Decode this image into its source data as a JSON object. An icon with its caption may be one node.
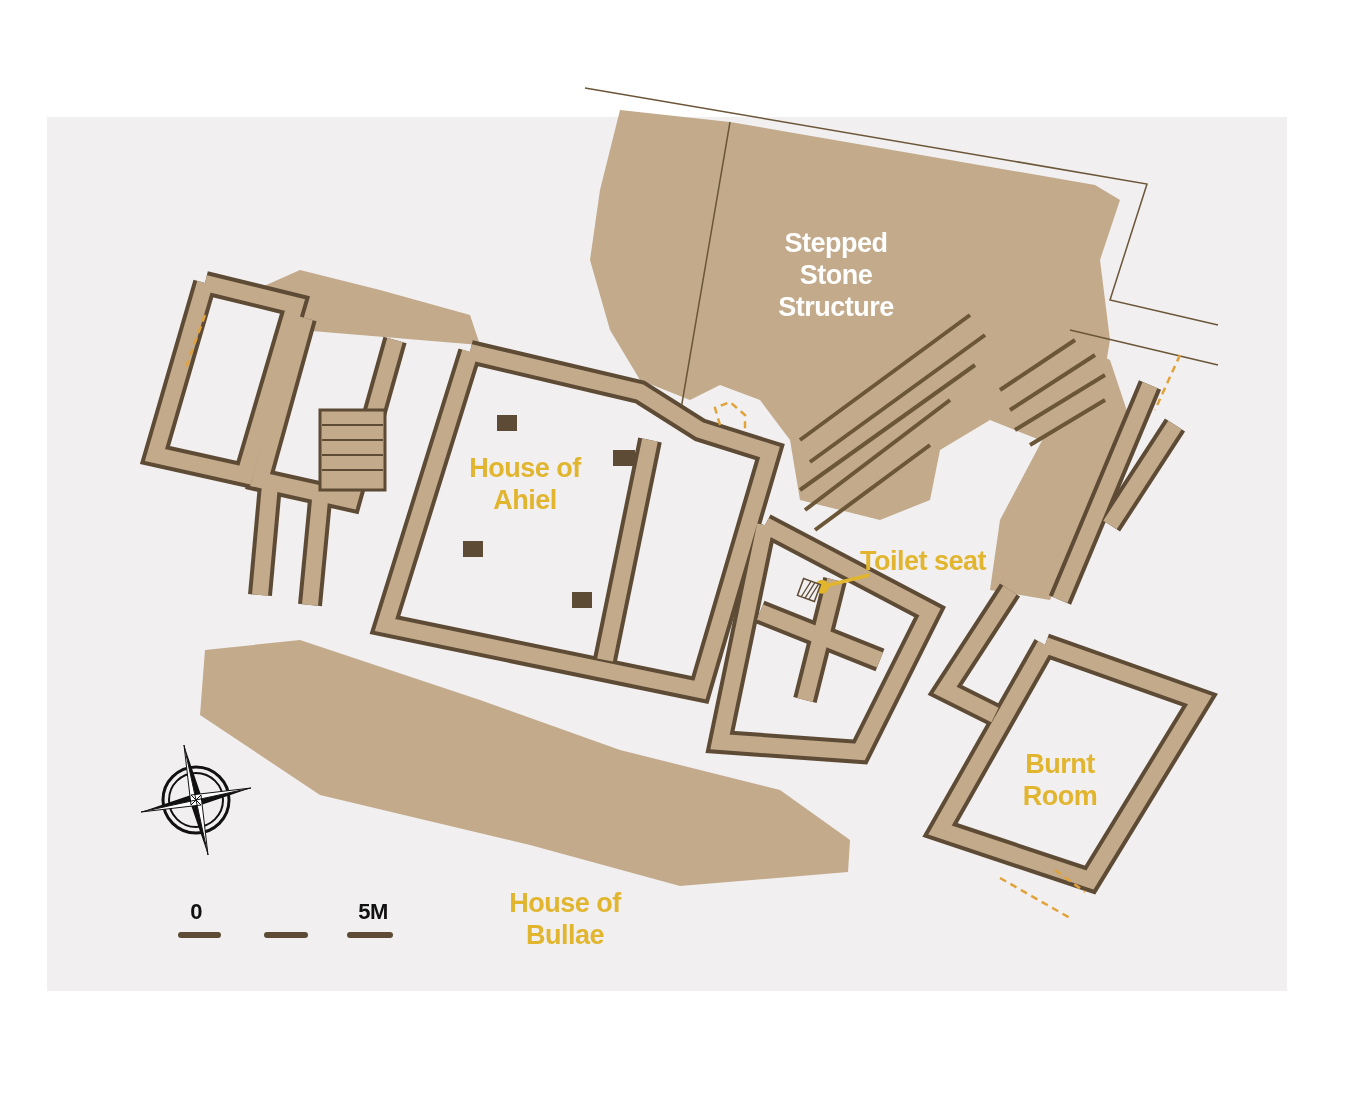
{
  "diagram": {
    "nodes": [
      {
        "text": [
          "Toilet seat"
        ]
      },
      {
        "text": [],
        "shape": "box"
      }
    ],
    "edges": [
      {
        "from": 0,
        "to": 1,
        "arrow": "other"
      }
    ],
    "labels": [
      "Stepped Stone Structure",
      "House of Ahiel",
      "Burnt Room",
      "0",
      "5M",
      "House of Bullae"
    ]
  }
}
